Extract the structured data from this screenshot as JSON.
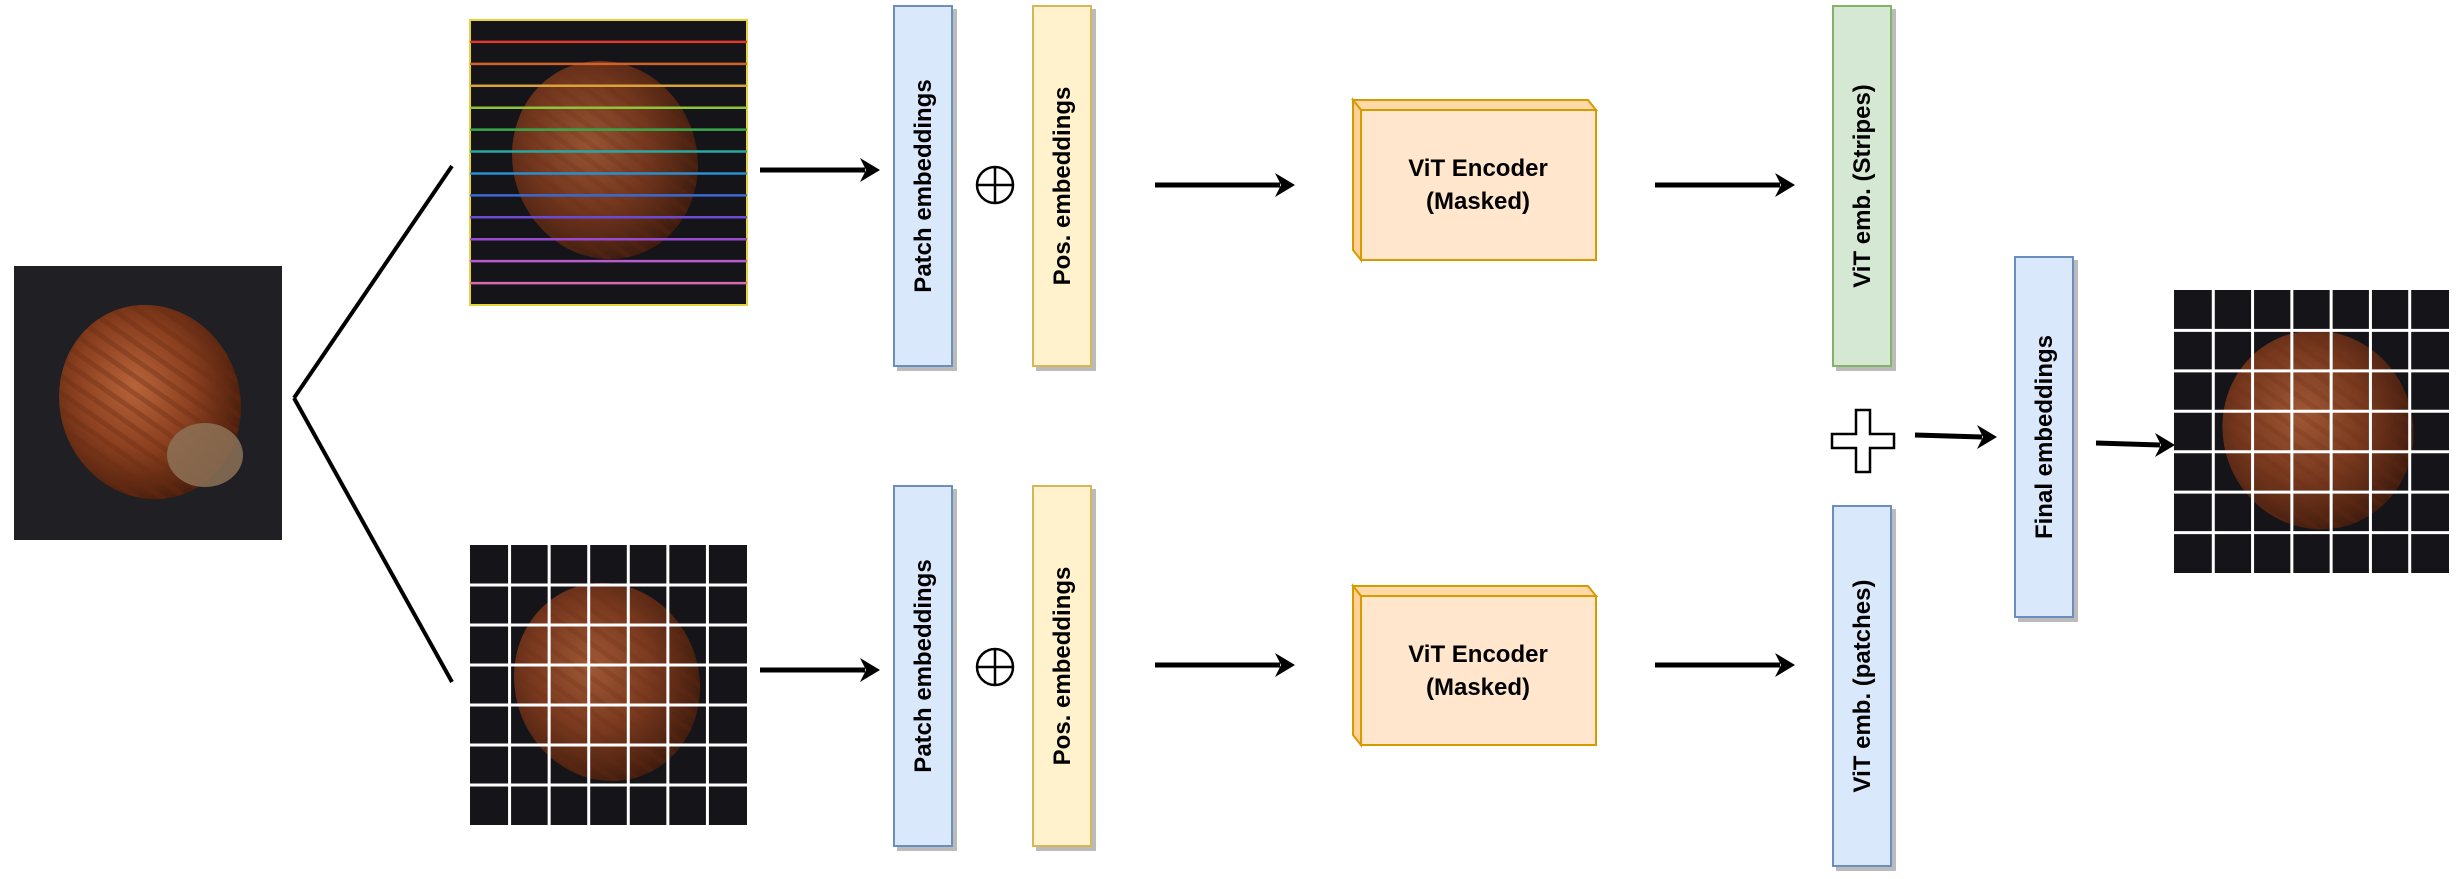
{
  "labels": {
    "patch_embeddings_top": "Patch embeddings",
    "pos_embeddings_top": "Pos. embeddings",
    "encoder_top_line1": "ViT Encoder",
    "encoder_top_line2": "(Masked)",
    "vit_emb_stripes": "ViT emb. (Stripes)",
    "patch_embeddings_bottom": "Patch embeddings",
    "pos_embeddings_bottom": "Pos. embeddings",
    "encoder_bottom_line1": "ViT Encoder",
    "encoder_bottom_line2": "(Masked)",
    "vit_emb_patches": "ViT emb. (patches)",
    "final_embeddings": "Final embeddings"
  },
  "colors": {
    "blue_fill": "#dae8fc",
    "blue_stroke": "#6c8ebf",
    "yellow_fill": "#fff2cc",
    "yellow_stroke": "#d6b656",
    "orange_fill": "#ffe6cc",
    "orange_stroke": "#d79b00",
    "green_fill": "#d5e8d4",
    "green_stroke": "#82b366",
    "stripe_colors": [
      "#e8d23a",
      "#e03a2f",
      "#d0622a",
      "#d9a23a",
      "#8ec43a",
      "#3aa84a",
      "#2aa8a0",
      "#2a8ed0",
      "#3a6ad0",
      "#6a4ad0",
      "#9a4ad0",
      "#b85ad0",
      "#d86ab0"
    ]
  },
  "icons": {
    "oplus": "circled-plus-icon",
    "plus": "plus-icon",
    "hazelnut": "hazelnut-image"
  }
}
